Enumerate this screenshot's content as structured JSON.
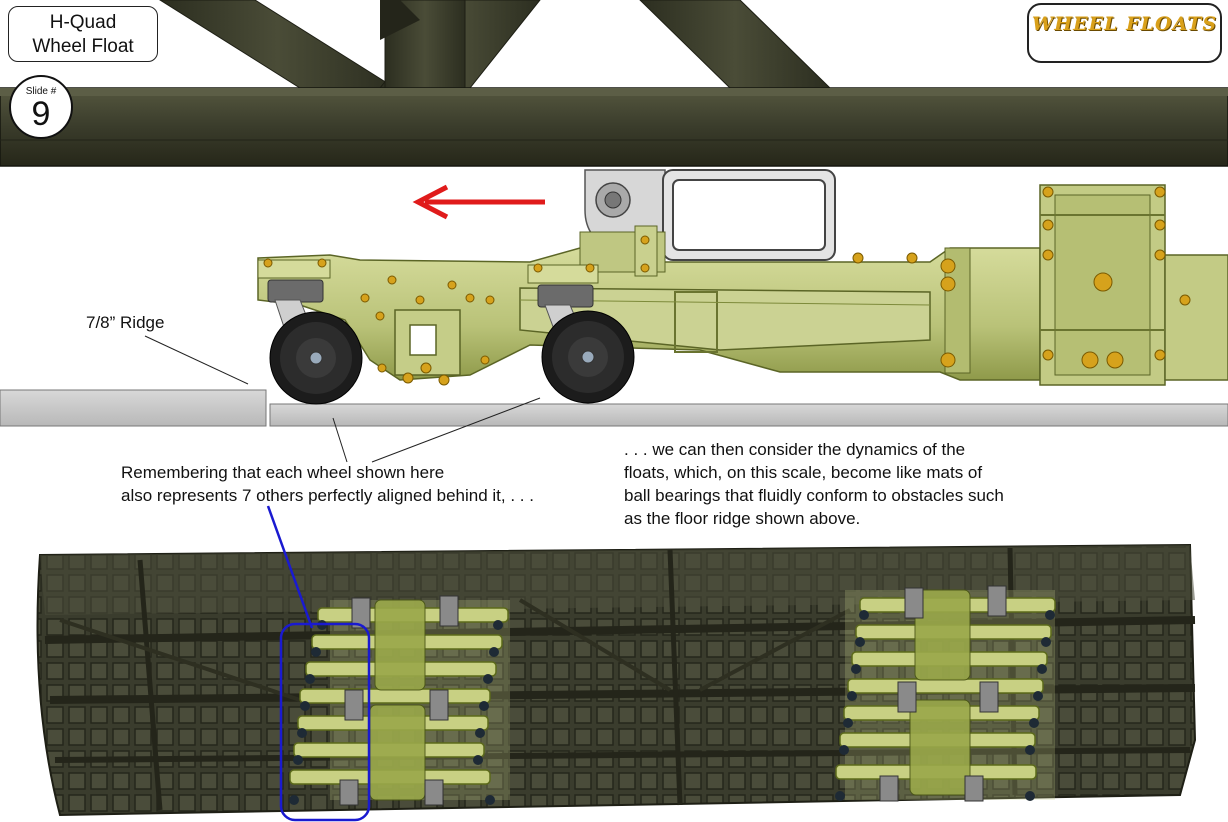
{
  "header": {
    "title_line1": "H-Quad",
    "title_line2": "Wheel Float",
    "slide_label": "Slide #",
    "slide_number": "9"
  },
  "logo": {
    "text": "WHEEL FLOATS",
    "colors": {
      "gold": "#d9a01a",
      "dark": "#2a3a4a"
    }
  },
  "labels": {
    "ridge": "7/8” Ridge"
  },
  "captions": {
    "left_line1": "Remembering that each wheel shown here",
    "left_line2": "also represents 7 others perfectly aligned behind it, . . .",
    "right_line1": ". . . we can then consider the dynamics of the",
    "right_line2": "floats, which, on this scale, become like mats of",
    "right_line3": "ball bearings that fluidly conform to obstacles such",
    "right_line4": "as the floor ridge shown above."
  },
  "colors": {
    "frame_dark": "#3b3d2c",
    "float_green": "#c4cc86",
    "float_green_dark": "#7d8a3a",
    "wheel_black": "#1c1c1c",
    "bolt_gold": "#d6a21c",
    "arrow_red": "#e01b1b",
    "highlight_blue": "#1a1ad0",
    "floor_gray": "#c9c9c9"
  },
  "icons": [
    "arrow-left-icon",
    "wheel-icon",
    "bolt-icon"
  ]
}
